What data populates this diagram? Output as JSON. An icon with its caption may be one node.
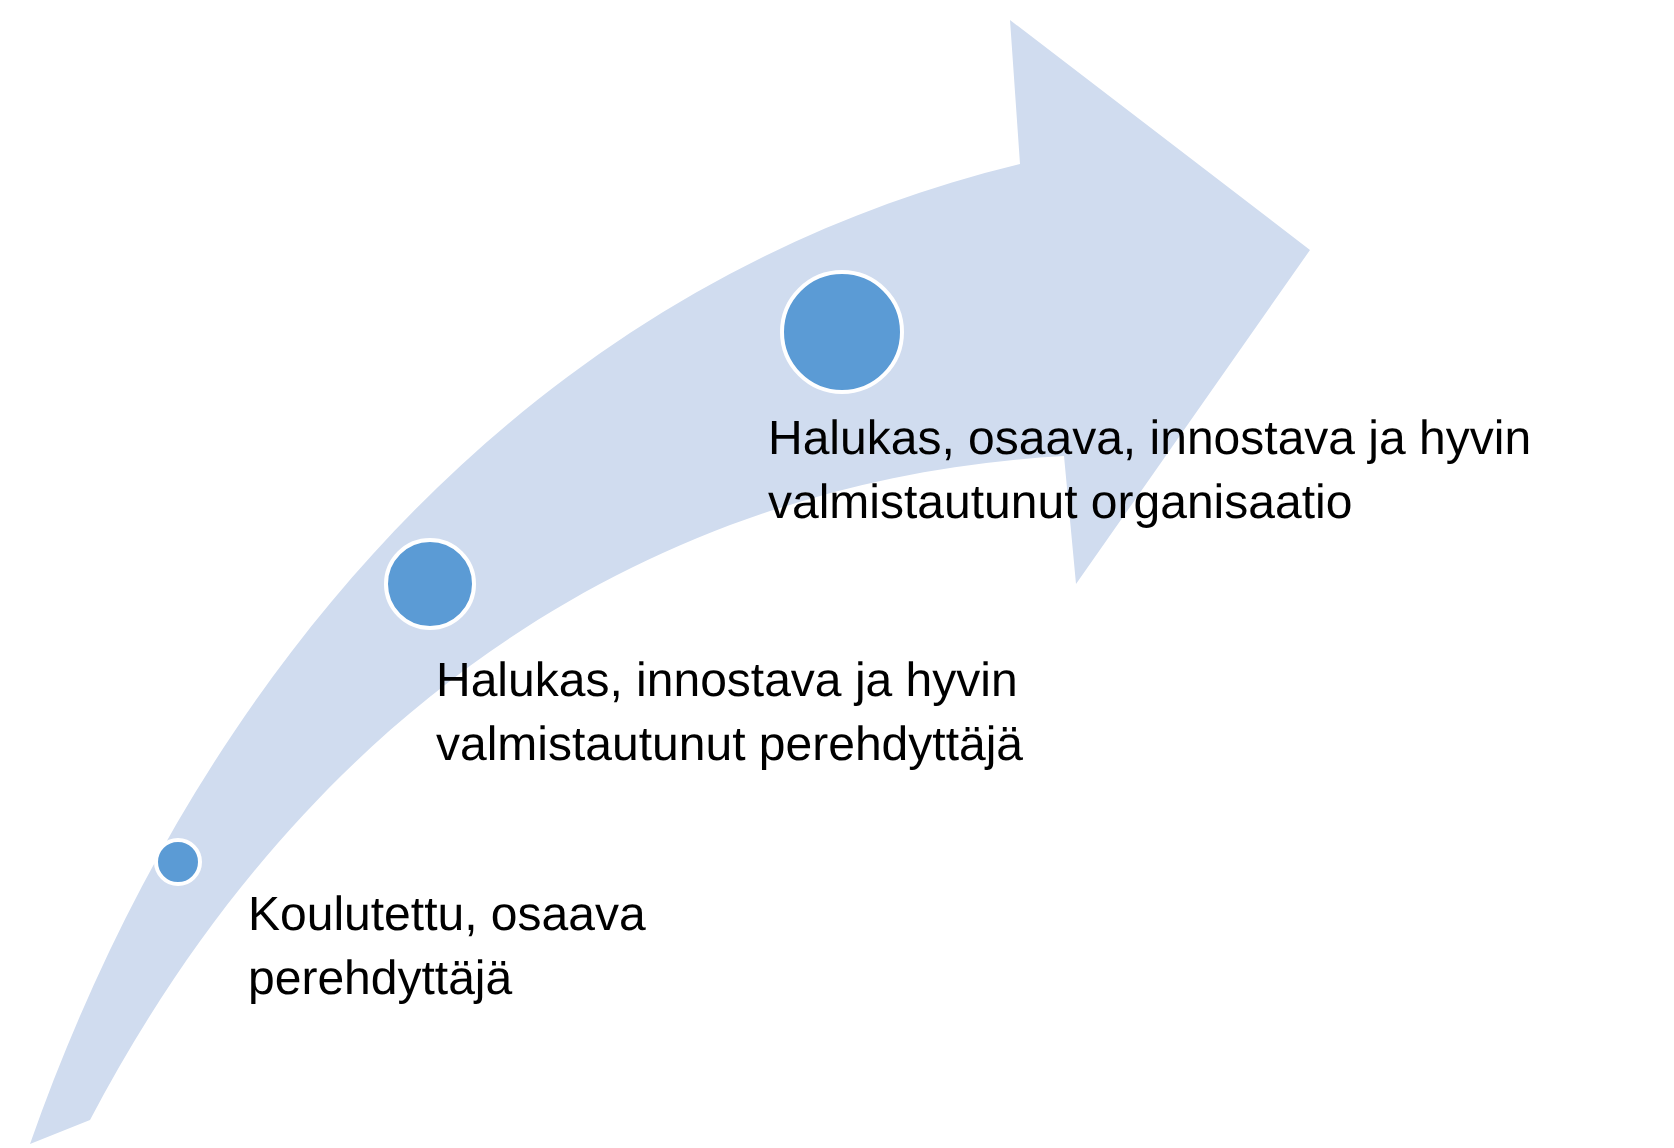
{
  "diagram": {
    "nodes": [
      {
        "text": [],
        "shape": "circle",
        "beside": [
          "Koulutettu, osaava perehdyttäjä"
        ]
      },
      {
        "text": [],
        "shape": "circle",
        "beside": [
          "Halukas, innostava ja hyvin valmistautunut perehdyttäjä"
        ]
      },
      {
        "text": [],
        "shape": "circle",
        "beside": [
          "Halukas, osaava, innostava ja hyvin valmistautunut organisaatio"
        ]
      }
    ]
  }
}
